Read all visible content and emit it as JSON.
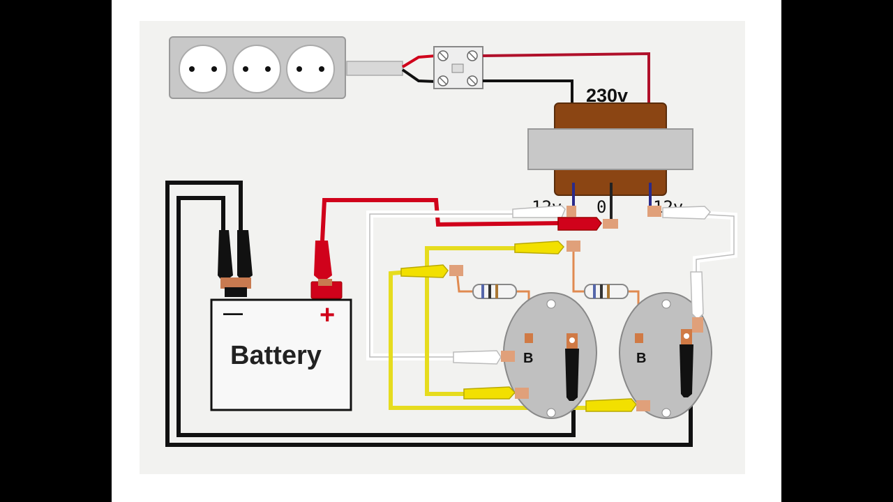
{
  "labels": {
    "primary_voltage": "230v",
    "secondary_left": "12v",
    "secondary_center": "0",
    "secondary_right": "12v",
    "battery": "Battery",
    "battery_negative": "—",
    "battery_positive": "+",
    "transistor_left_base": "B",
    "transistor_right_base": "B"
  },
  "colors": {
    "wire_red": "#d0021b",
    "wire_black": "#111111",
    "wire_yellow": "#e6dc1e",
    "wire_white": "#ffffff",
    "transformer_coil": "#8b4513",
    "transformer_core": "#c8c8c8",
    "transistor": "#c0c0c0",
    "socket": "#c8c8c8"
  }
}
